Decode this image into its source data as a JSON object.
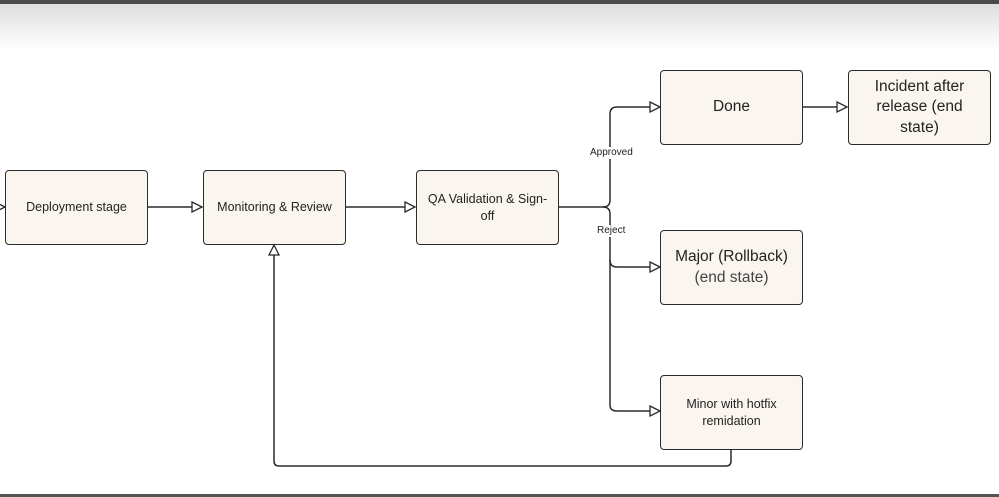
{
  "nodes": {
    "deployment": {
      "label": "Deployment stage"
    },
    "monitoring": {
      "label": "Monitoring & Review"
    },
    "qa": {
      "label": "QA Validation & Sign-off"
    },
    "done": {
      "label": "Done"
    },
    "incident": {
      "label": "Incident after release (end state)"
    },
    "major": {
      "label": "Major (Rollback)",
      "sublabel": "(end state)"
    },
    "minor": {
      "label": "Minor with hotfix remidation"
    }
  },
  "edges": {
    "approved": "Approved",
    "reject": "Reject"
  },
  "colors": {
    "node_fill": "#faf6ef",
    "node_border": "#2b2b2b",
    "edge": "#2b2b2b"
  }
}
